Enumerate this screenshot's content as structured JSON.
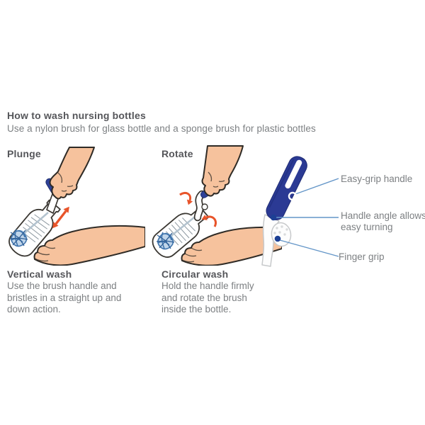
{
  "header": {
    "title": "How to wash nursing bottles",
    "subtitle": "Use a nylon brush for glass bottle and a sponge brush for plastic bottles"
  },
  "steps": [
    {
      "action_label": "Plunge",
      "heading": "Vertical wash",
      "body_lines": [
        "Use the brush handle and",
        "bristles in a straight up and",
        "down action."
      ]
    },
    {
      "action_label": "Rotate",
      "heading": "Circular wash",
      "body_lines": [
        "Hold the handle firmly",
        "and rotate the brush",
        "inside the bottle."
      ]
    }
  ],
  "product_callouts": [
    {
      "lines": [
        "Easy-grip handle"
      ]
    },
    {
      "lines": [
        "Handle angle allows",
        "easy turning"
      ]
    },
    {
      "lines": [
        "Finger grip"
      ]
    }
  ],
  "illustrations": [
    {
      "name": "vertical-wash-illustration",
      "motion": "double-headed up-down arrow"
    },
    {
      "name": "circular-wash-illustration",
      "motion": "two curved rotation arrows"
    },
    {
      "name": "brush-handle-product-diagram",
      "features": [
        "easy-grip loop handle",
        "angled neck",
        "finger grip"
      ]
    }
  ],
  "colors": {
    "heading_text": "#55565a",
    "body_text": "#7d8083",
    "handle_navy": "#2e4198",
    "product_navy": "#2b3a94",
    "leader_line_blue": "#6496c8",
    "arrow_orange": "#e8542a",
    "skin": "#f6c29d",
    "brush_blue": "#3f74ad"
  }
}
